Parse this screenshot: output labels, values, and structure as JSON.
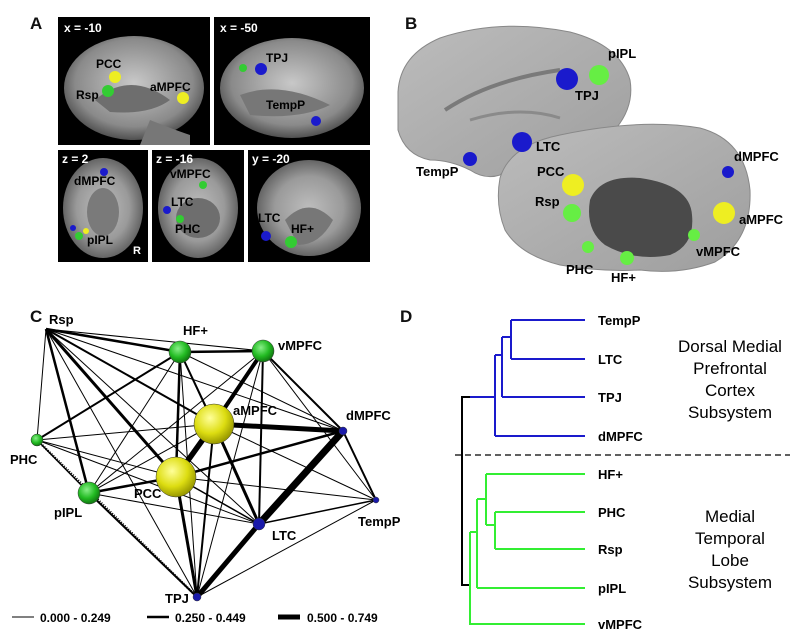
{
  "panels": {
    "a": {
      "letter": "A",
      "slices": [
        {
          "coord": "x = -10",
          "labels": [
            "PCC",
            "Rsp",
            "aMPFC"
          ]
        },
        {
          "coord": "x = -50",
          "labels": [
            "TPJ",
            "TempP"
          ]
        },
        {
          "coord": "z = 2",
          "labels": [
            "dMPFC",
            "pIPL"
          ],
          "side": "R"
        },
        {
          "coord": "z = -16",
          "labels": [
            "vMPFC",
            "LTC",
            "PHC"
          ]
        },
        {
          "coord": "y = -20",
          "labels": [
            "LTC",
            "HF+"
          ]
        }
      ]
    },
    "b": {
      "letter": "B",
      "labels": [
        "pIPL",
        "TPJ",
        "LTC",
        "TempP",
        "PCC",
        "Rsp",
        "dMPFC",
        "aMPFC",
        "vMPFC",
        "PHC",
        "HF+"
      ]
    },
    "c": {
      "letter": "C",
      "nodes": [
        {
          "name": "Rsp",
          "color": "#000000"
        },
        {
          "name": "HF+",
          "color": "#22bb22"
        },
        {
          "name": "vMPFC",
          "color": "#22bb22"
        },
        {
          "name": "aMPFC",
          "color": "#dddd11"
        },
        {
          "name": "dMPFC",
          "color": "#1a1aaa"
        },
        {
          "name": "PHC",
          "color": "#22bb22"
        },
        {
          "name": "pIPL",
          "color": "#22bb22"
        },
        {
          "name": "PCC",
          "color": "#dddd11"
        },
        {
          "name": "LTC",
          "color": "#1a1aaa"
        },
        {
          "name": "TempP",
          "color": "#1a1aaa"
        },
        {
          "name": "TPJ",
          "color": "#1a1aaa"
        }
      ],
      "legend": [
        "0.000 - 0.249",
        "0.250 - 0.449",
        "0.500 - 0.749"
      ]
    },
    "d": {
      "letter": "D",
      "upper_leaves": [
        "TempP",
        "LTC",
        "TPJ",
        "dMPFC"
      ],
      "lower_leaves": [
        "HF+",
        "PHC",
        "Rsp",
        "pIPL",
        "vMPFC"
      ],
      "upper_title": [
        "Dorsal Medial",
        "Prefrontal",
        "Cortex",
        "Subsystem"
      ],
      "lower_title": [
        "Medial",
        "Temporal",
        "Lobe",
        "Subsystem"
      ],
      "upper_color": "#1a1acc",
      "lower_color": "#33ee33"
    }
  }
}
